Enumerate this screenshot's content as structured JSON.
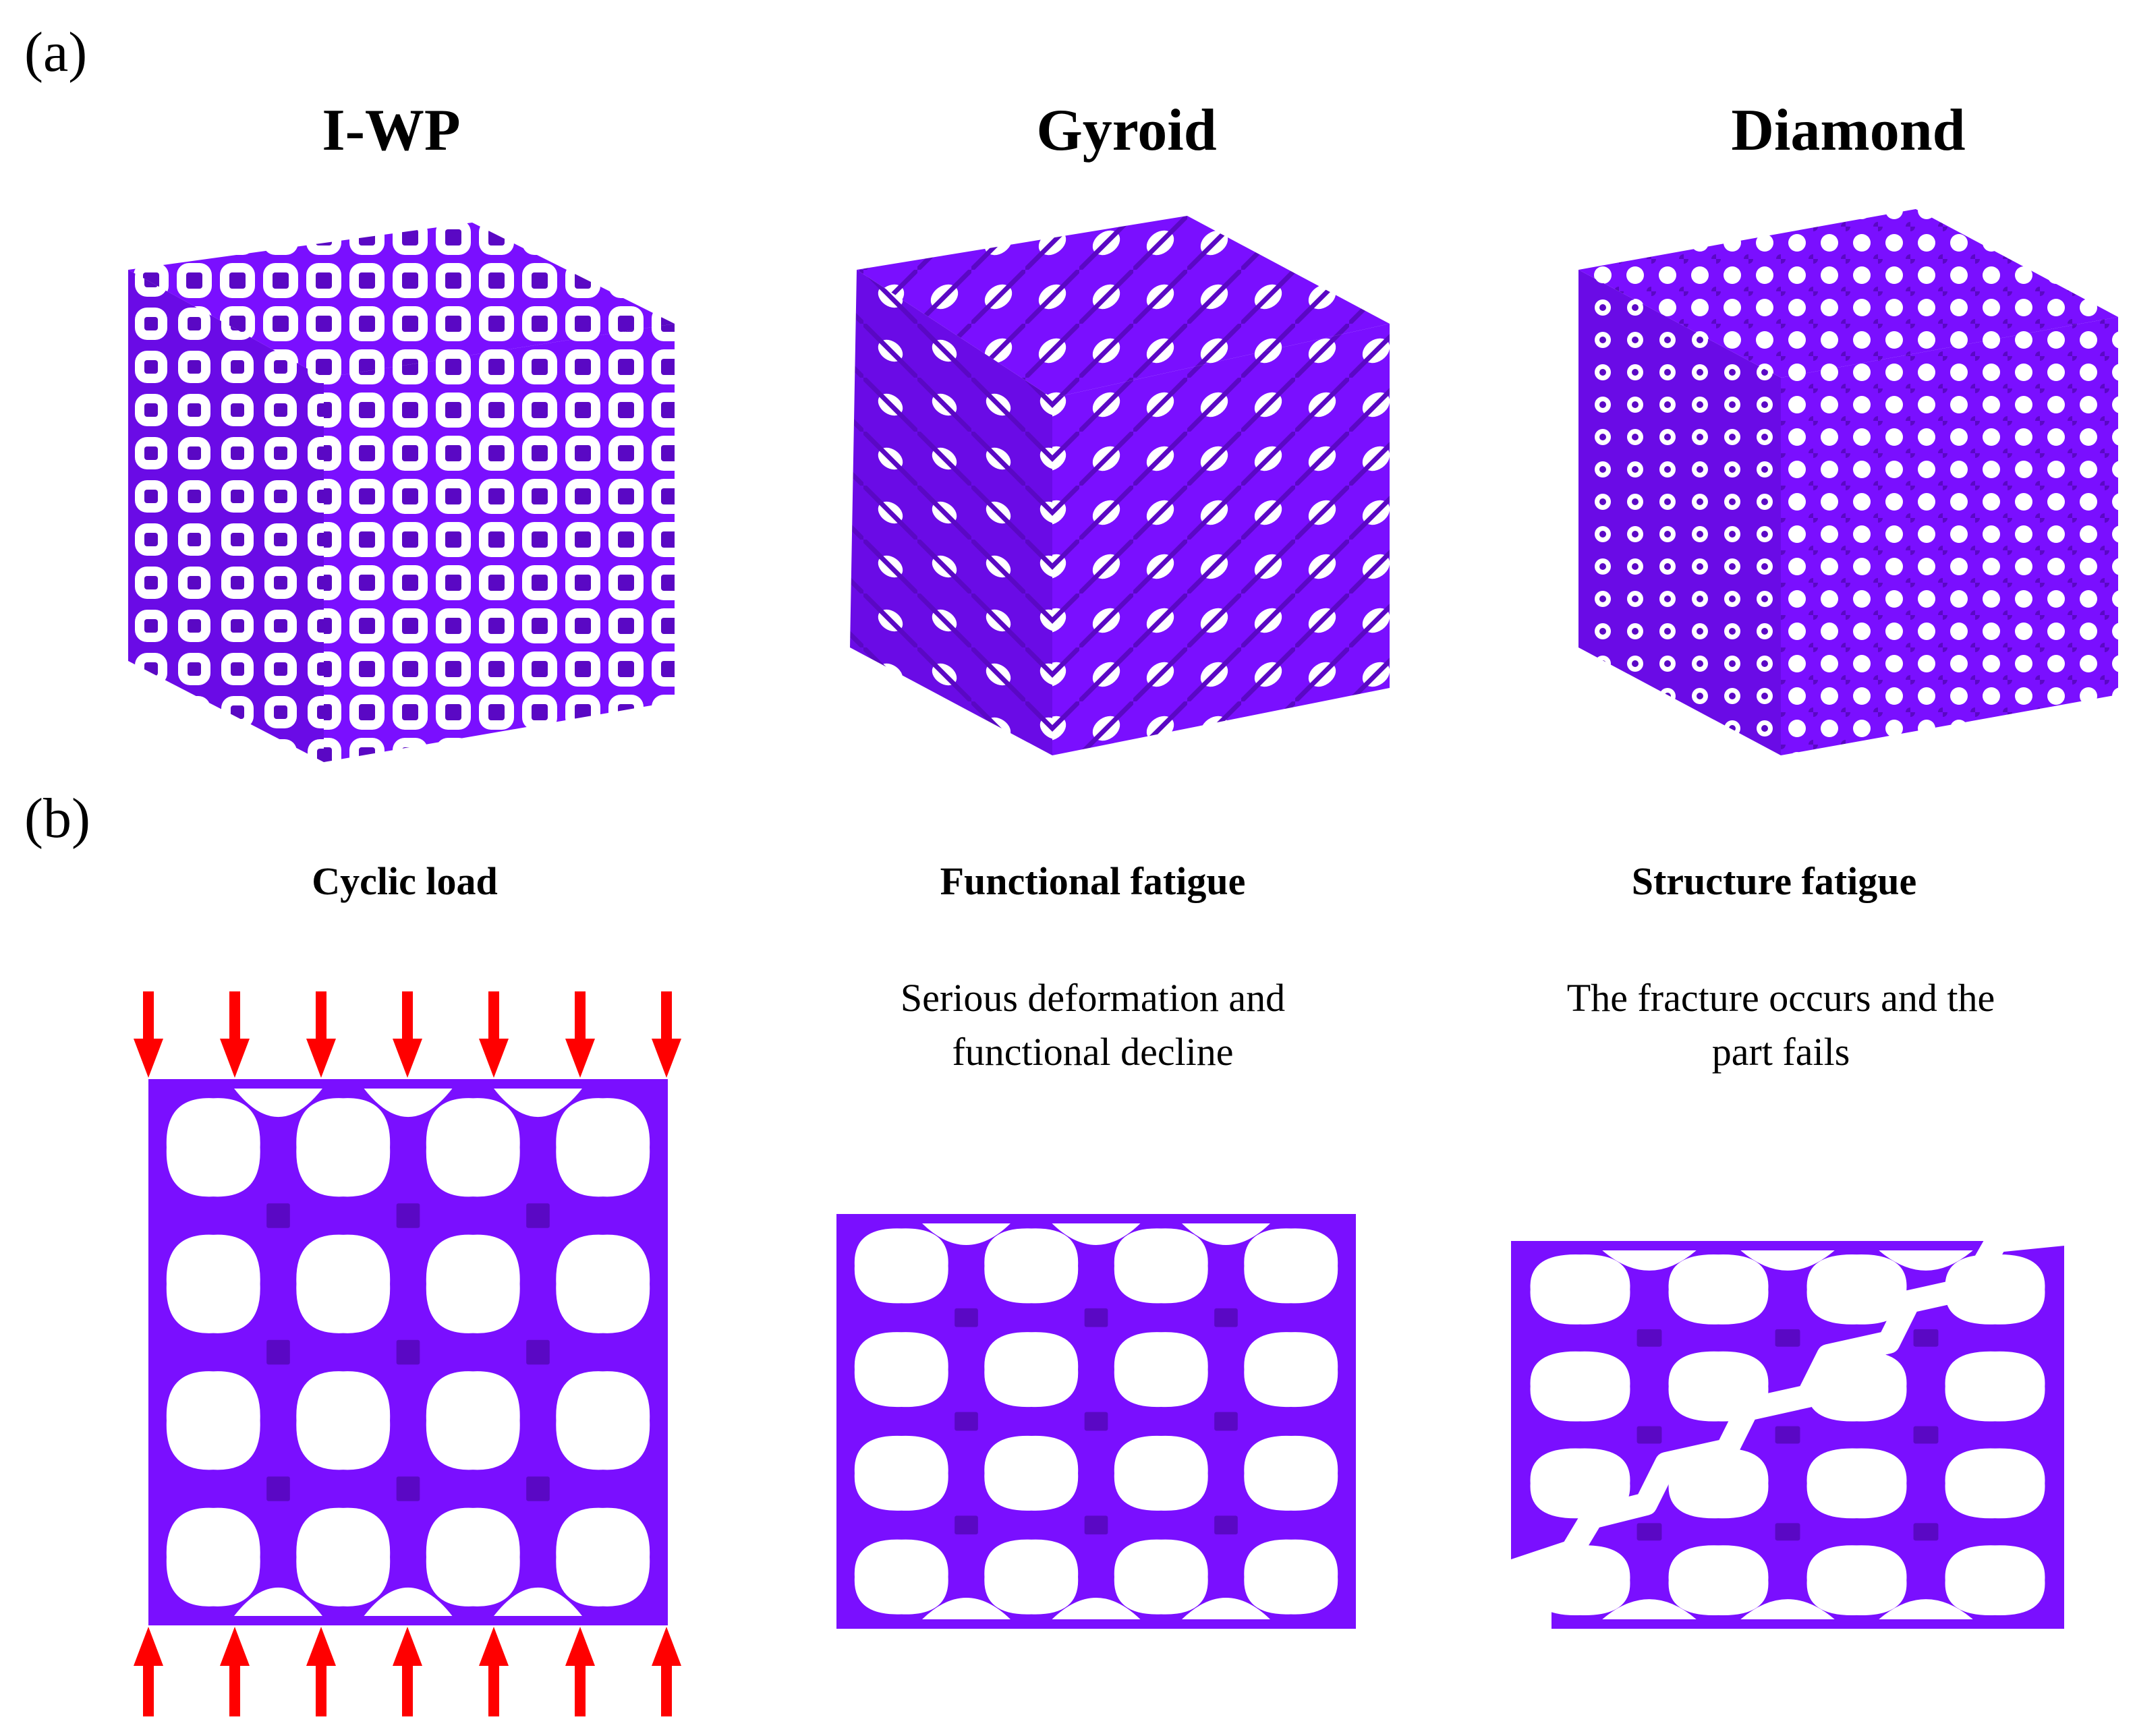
{
  "colors": {
    "lattice": "#7A0FFF",
    "lattice_dark": "#5A08C4",
    "lattice_mid": "#6A0BE6",
    "arrow": "#FF0000",
    "background": "#FFFFFF"
  },
  "panel_a": {
    "label": "(a)",
    "cubes": [
      {
        "name": "I-WP"
      },
      {
        "name": "Gyroid"
      },
      {
        "name": "Diamond"
      }
    ]
  },
  "panel_b": {
    "label": "(b)",
    "stages": [
      {
        "title": "Cyclic load",
        "desc_line1": "",
        "desc_line2": ""
      },
      {
        "title": "Functional fatigue",
        "desc_line1": "Serious deformation and",
        "desc_line2": "functional decline"
      },
      {
        "title": "Structure fatigue",
        "desc_line1": "The fracture occurs and the",
        "desc_line2": "part fails"
      }
    ]
  }
}
